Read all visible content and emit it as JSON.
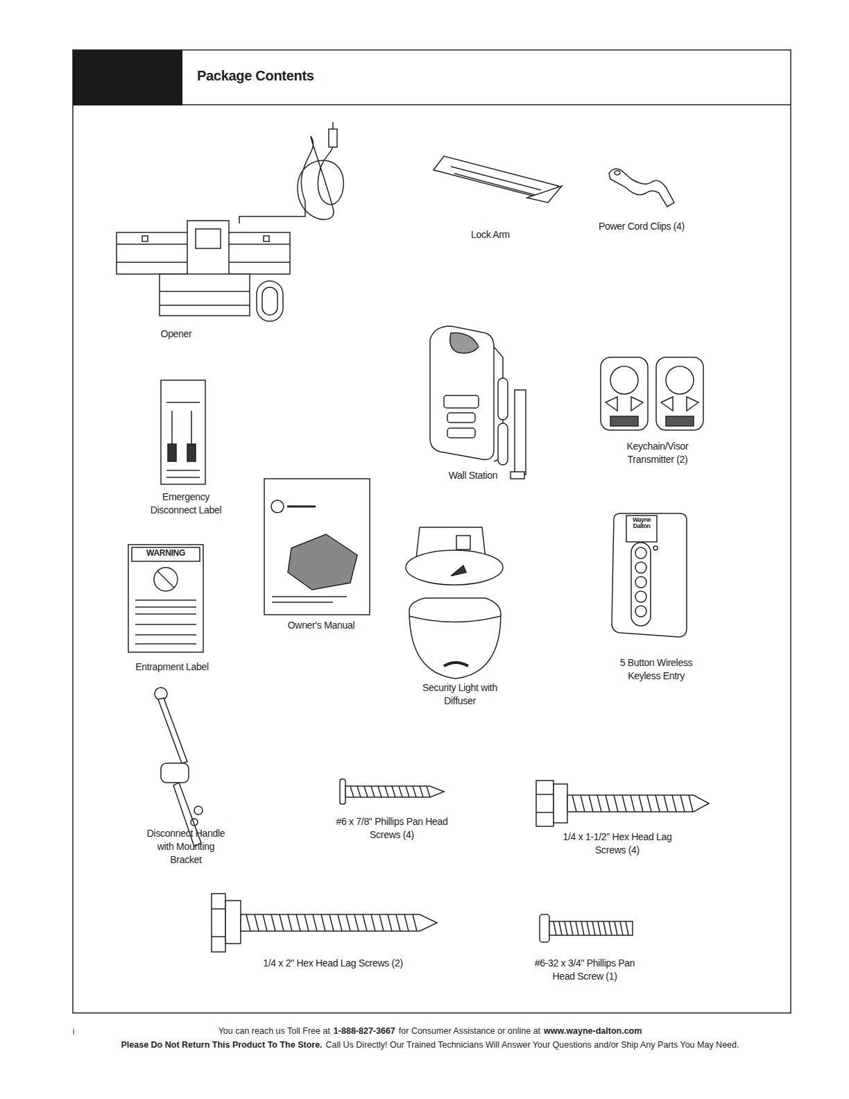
{
  "diagram": {
    "title": "Package Contents",
    "labels": [
      "Lock Arm",
      "Power Cord Clips (4)",
      "Opener",
      "Wall Station",
      "Keychain/Visor Transmitter (2)",
      "Emergency Disconnect Label",
      "Owner's Manual",
      "Entrapment Label",
      "Security Light with Diffuser",
      "5 Button Wireless Keyless Entry",
      "Disconnect Handle with Mounting Bracket",
      "#6 x 7/8\" Phillips Pan Head Screws (4)",
      "1/4 x 1-1/2\" Hex Head Lag Screws (4)",
      "1/4 x 2\" Hex Head Lag Screws (2)",
      "#6-32 x 3/4\" Phillips Pan Head Screw (1)",
      "WARNING",
      "Wayne Dalton",
      "i",
      "You can reach us Toll Free at",
      "1-888-827-3667",
      "for Consumer Assistance or online at",
      "www.wayne-dalton.com",
      "Please Do Not Return This Product To The Store.",
      "Call Us Directly! Our Trained Technicians Will Answer Your Questions and/or Ship Any Parts You May Need."
    ]
  }
}
